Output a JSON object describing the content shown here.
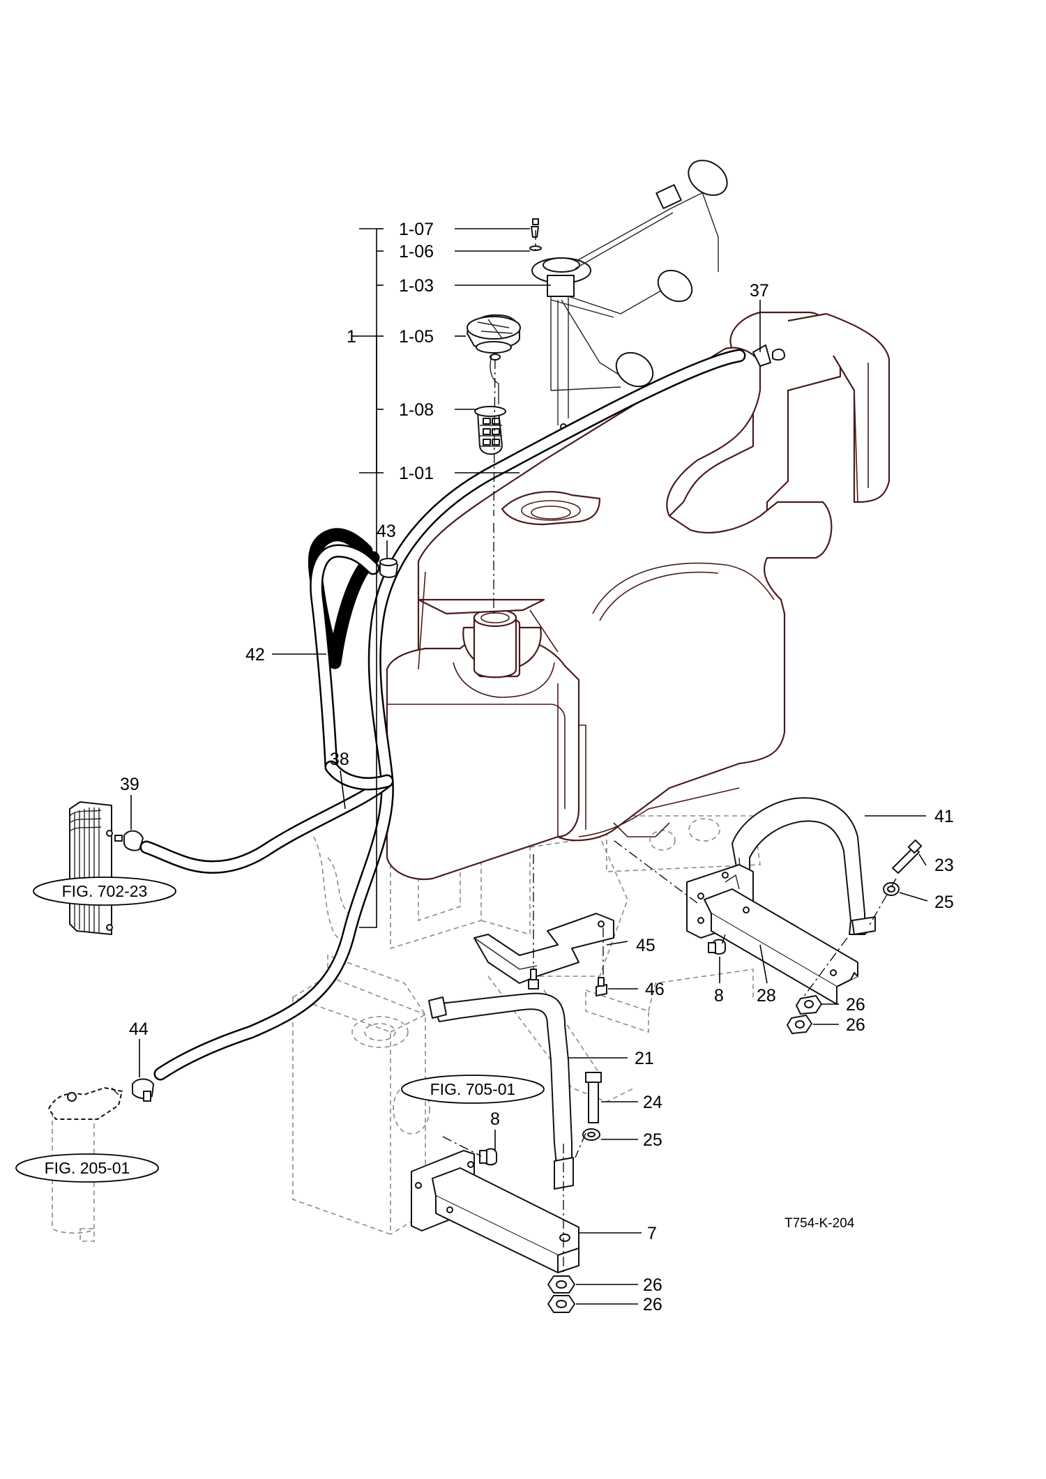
{
  "drawing_code": "T754-K-204",
  "labels": {
    "assy": "1",
    "p1_07": "1-07",
    "p1_06": "1-06",
    "p1_03": "1-03",
    "p1_05": "1-05",
    "p1_08": "1-08",
    "p1_01": "1-01",
    "p37": "37",
    "p43": "43",
    "p42": "42",
    "p38": "38",
    "p39": "39",
    "p41": "41",
    "p23": "23",
    "p25a": "25",
    "p45": "45",
    "p8a": "8",
    "p28": "28",
    "p46": "46",
    "p26a": "26",
    "p26b": "26",
    "p44": "44",
    "p21": "21",
    "p24": "24",
    "p25b": "25",
    "p8b": "8",
    "p7": "7",
    "p26c": "26",
    "p26d": "26"
  },
  "figure_refs": {
    "fig702": "FIG. 702-23",
    "fig705": "FIG. 705-01",
    "fig205": "FIG. 205-01"
  }
}
